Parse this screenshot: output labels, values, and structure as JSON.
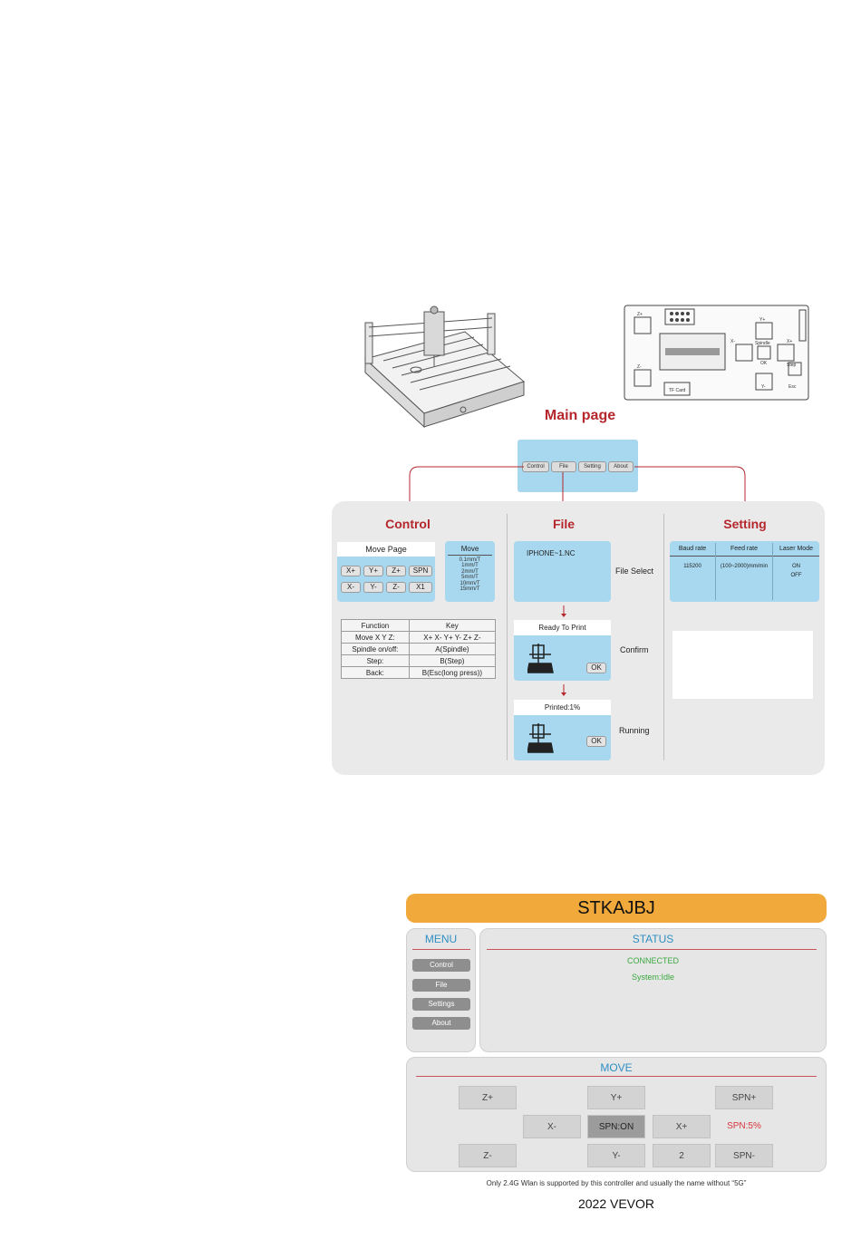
{
  "main_page": {
    "title": "Main page",
    "buttons": [
      "Control",
      "File",
      "Setting",
      "About"
    ]
  },
  "control": {
    "title": "Control",
    "move_page_title": "Move  Page",
    "keys_row1": [
      "X+",
      "Y+",
      "Z+",
      "SPN"
    ],
    "keys_row2": [
      "X-",
      "Y-",
      "Z-",
      "X1"
    ],
    "move_title": "Move",
    "move_steps": [
      "0.1mm/T",
      "1mm/T",
      "2mm/T",
      "5mm/T",
      "10mm/T",
      "15mm/T"
    ],
    "key_table": {
      "headers": [
        "Function",
        "Key"
      ],
      "rows": [
        [
          "Move  X Y Z:",
          "X+ X- Y+ Y- Z+ Z-"
        ],
        [
          "Spindle on/off:",
          "A(Spindle)"
        ],
        [
          "Step:",
          "B(Step)"
        ],
        [
          "Back:",
          "B(Esc(long press))"
        ]
      ]
    }
  },
  "file": {
    "title": "File",
    "file_name": "IPHONE~1.NC",
    "file_select_label": "File Select",
    "ready_title": "Ready To Print",
    "confirm_label": "Confirm",
    "printed_title": "Printed:1%",
    "running_label": "Running",
    "ok_label": "OK"
  },
  "setting": {
    "title": "Setting",
    "headers": [
      "Baud rate",
      "Feed rate",
      "Laser Mode"
    ],
    "baud_value": "115200",
    "feed_value": "(100~2000)mm/min",
    "laser_values": [
      "ON",
      "OFF"
    ]
  },
  "board_labels": {
    "z_plus": "Z+",
    "z_minus": "Z-",
    "y_plus": "Y+",
    "y_minus": "Y-",
    "x_plus": "X+",
    "x_minus": "X-",
    "spindle": "Spindle",
    "ok": "OK",
    "step": "Step",
    "esc": "Esc",
    "tf_card": "TF Card"
  },
  "web_ui": {
    "title": "STKAJBJ",
    "menu_title": "MENU",
    "menu_items": [
      "Control",
      "File",
      "Settings",
      "About"
    ],
    "status_title": "STATUS",
    "status_connected": "CONNECTED",
    "status_system": "System:Idle",
    "move_title": "MOVE",
    "move_buttons": {
      "z_plus": "Z+",
      "y_plus": "Y+",
      "spn_plus": "SPN+",
      "x_minus": "X-",
      "spn_on": "SPN:ON",
      "x_plus": "X+",
      "spn_pct": "SPN:5%",
      "z_minus": "Z-",
      "y_minus": "Y-",
      "step": "2",
      "spn_minus": "SPN-"
    },
    "note": "Only 2.4G Wlan is supported by this controller and usually the name without “5G”",
    "brand": "2022 VEVOR"
  },
  "colors": {
    "accent_red": "#b5272d",
    "screen_blue": "#a7d8ef",
    "title_orange": "#f2a93b",
    "link_blue": "#2f8fc4",
    "status_green": "#3aa83f",
    "spn_red": "#d8353c"
  }
}
